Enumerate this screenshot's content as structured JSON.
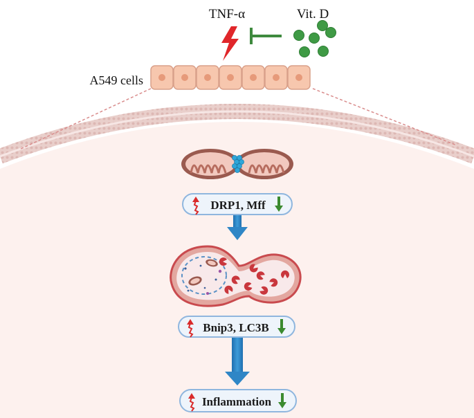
{
  "labels": {
    "tnf": "TNF-α",
    "vitd": "Vit. D",
    "cells": "A549 cells"
  },
  "steps": [
    {
      "text": "DRP1, Mff"
    },
    {
      "text": "Bnip3, LC3B"
    },
    {
      "text": "Inflammation"
    }
  ],
  "colors": {
    "membrane_fill": "#fdf1ee",
    "cell_fill": "#f7c7ae",
    "cell_nucleus": "#e69a7a",
    "vitd_green": "#3f9a45",
    "inhibit_green": "#3e8a3e",
    "tnf_red": "#e0262a",
    "arrow_blue": "#2f86c6",
    "pill_border": "#8fb6de",
    "pill_fill": "#eef4fb",
    "mito_outer": "#9a5a4f",
    "mito_inner": "#d98c7d",
    "fission_blue": "#2ea6d9",
    "lysosome_outer": "#c94a4e",
    "lysosome_inner": "#f8e9ea",
    "up_arrow": "#d92b2b",
    "down_arrow": "#3b8a2f"
  },
  "icons": {
    "tnf": "lightning-bolt-icon",
    "inhibit": "inhibition-bar-icon",
    "vitd": "vitamin-d-particles-icon",
    "up": "up-arrow-icon",
    "down": "down-arrow-icon"
  }
}
